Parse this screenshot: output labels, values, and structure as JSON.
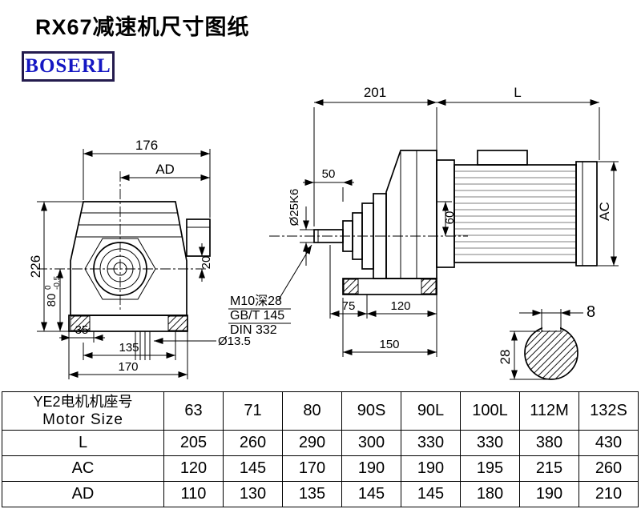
{
  "page": {
    "title": "RX67减速机尺寸图纸",
    "logo": "BOSERL"
  },
  "drawing": {
    "front_view": {
      "dim_width_top": "176",
      "dim_ad": "AD",
      "dim_height": "226",
      "dim_80": "80",
      "dim_80_tol_upper": "0",
      "dim_80_tol_lower": "-0.5",
      "dim_35": "35",
      "dim_135": "135",
      "dim_170": "170",
      "dim_20": "20",
      "hole_callout": "Ø13.5"
    },
    "side_view": {
      "dim_201": "201",
      "dim_motor_length": "L",
      "dim_50": "50",
      "shaft_callout": "Ø25K6",
      "dim_60": "60",
      "dim_motor_dia": "AC",
      "note_line1": "M10深28",
      "note_line2": "GB/T 145",
      "note_line3": "DIN 332",
      "dim_75": "75",
      "dim_120": "120",
      "dim_150": "150"
    },
    "section_view": {
      "dim_key_width": "8",
      "dim_key_height": "28"
    }
  },
  "table": {
    "header_cn": "YE2电机机座号",
    "header_en": "Motor Size",
    "sizes": [
      "63",
      "71",
      "80",
      "90S",
      "90L",
      "100L",
      "112M",
      "132S"
    ],
    "rows": [
      {
        "label": "L",
        "values": [
          "205",
          "260",
          "290",
          "300",
          "330",
          "330",
          "380",
          "430"
        ]
      },
      {
        "label": "AC",
        "values": [
          "120",
          "145",
          "170",
          "190",
          "190",
          "195",
          "215",
          "260"
        ]
      },
      {
        "label": "AD",
        "values": [
          "110",
          "130",
          "135",
          "145",
          "145",
          "180",
          "190",
          "210"
        ]
      }
    ]
  }
}
